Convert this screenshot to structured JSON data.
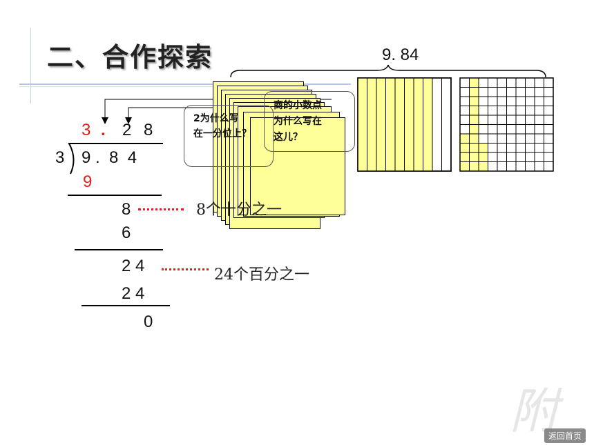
{
  "slide": {
    "title": "二、合作探索",
    "total_label": "9. 84",
    "quotient": {
      "d1": "3",
      "point": ".",
      "d2": "2",
      "d3": "8"
    },
    "divisor": "3",
    "dividend": "9 .  8  4",
    "steps": [
      "9",
      "8",
      "6",
      "2 4",
      "2 4",
      "0"
    ],
    "notes": [
      "8个十分之一",
      "24个百分之一"
    ],
    "question_1": [
      "2为什么写",
      "在一分位上？"
    ],
    "question_2": [
      "商的小数点",
      "为什么写在",
      "这儿？"
    ],
    "watermark": "附",
    "home_button": "返回首页",
    "colors": {
      "accent_red": "#e0201a",
      "square_fill": "#ffff99"
    }
  }
}
